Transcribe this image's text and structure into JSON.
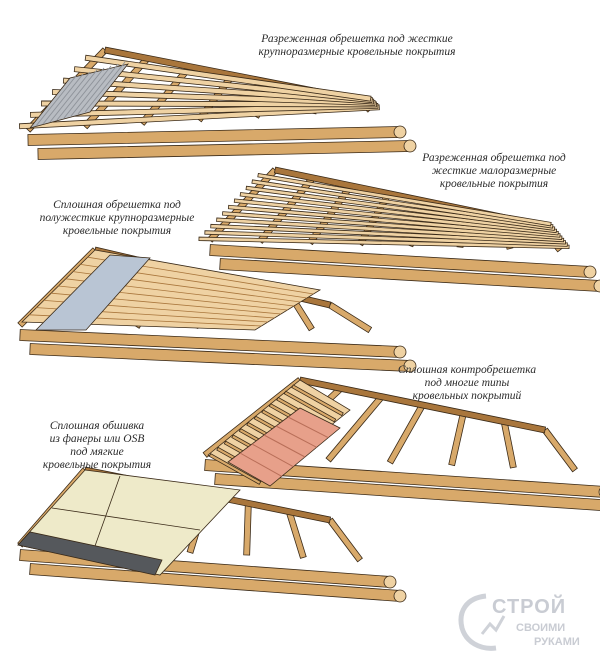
{
  "captions": {
    "sparse_rigid_large": "Разреженная обрешетка под жесткие\nкрупноразмерные кровельные покрытия",
    "sparse_rigid_small": "Разреженная обрешетка под\nжесткие малоразмерные\nкровельные покрытия",
    "solid_semirigid_large": "Сплошная обрешетка под\nполужесткие крупноразмерные\nкровельные покрытия",
    "solid_counter": "Сплошная контробрешетка\nпод многие типы\nкровельных покрытий",
    "solid_sheathing": "Сплошная обшивка\nиз фанеры или OSB\nпод мягкие\nкровельные покрытия"
  },
  "logo": {
    "word": "СТРОЙ",
    "line1": "СВОИМИ",
    "line2": "РУКАМИ"
  },
  "colors": {
    "wood": "#d8a96a",
    "wood_dark": "#a9763c",
    "wood_light": "#efd2a3",
    "slate": "#b8bcc2",
    "tile": "#e7a08a",
    "sheet": "#eeeac9",
    "shingle": "#55585c",
    "outline": "#3a2a18"
  }
}
